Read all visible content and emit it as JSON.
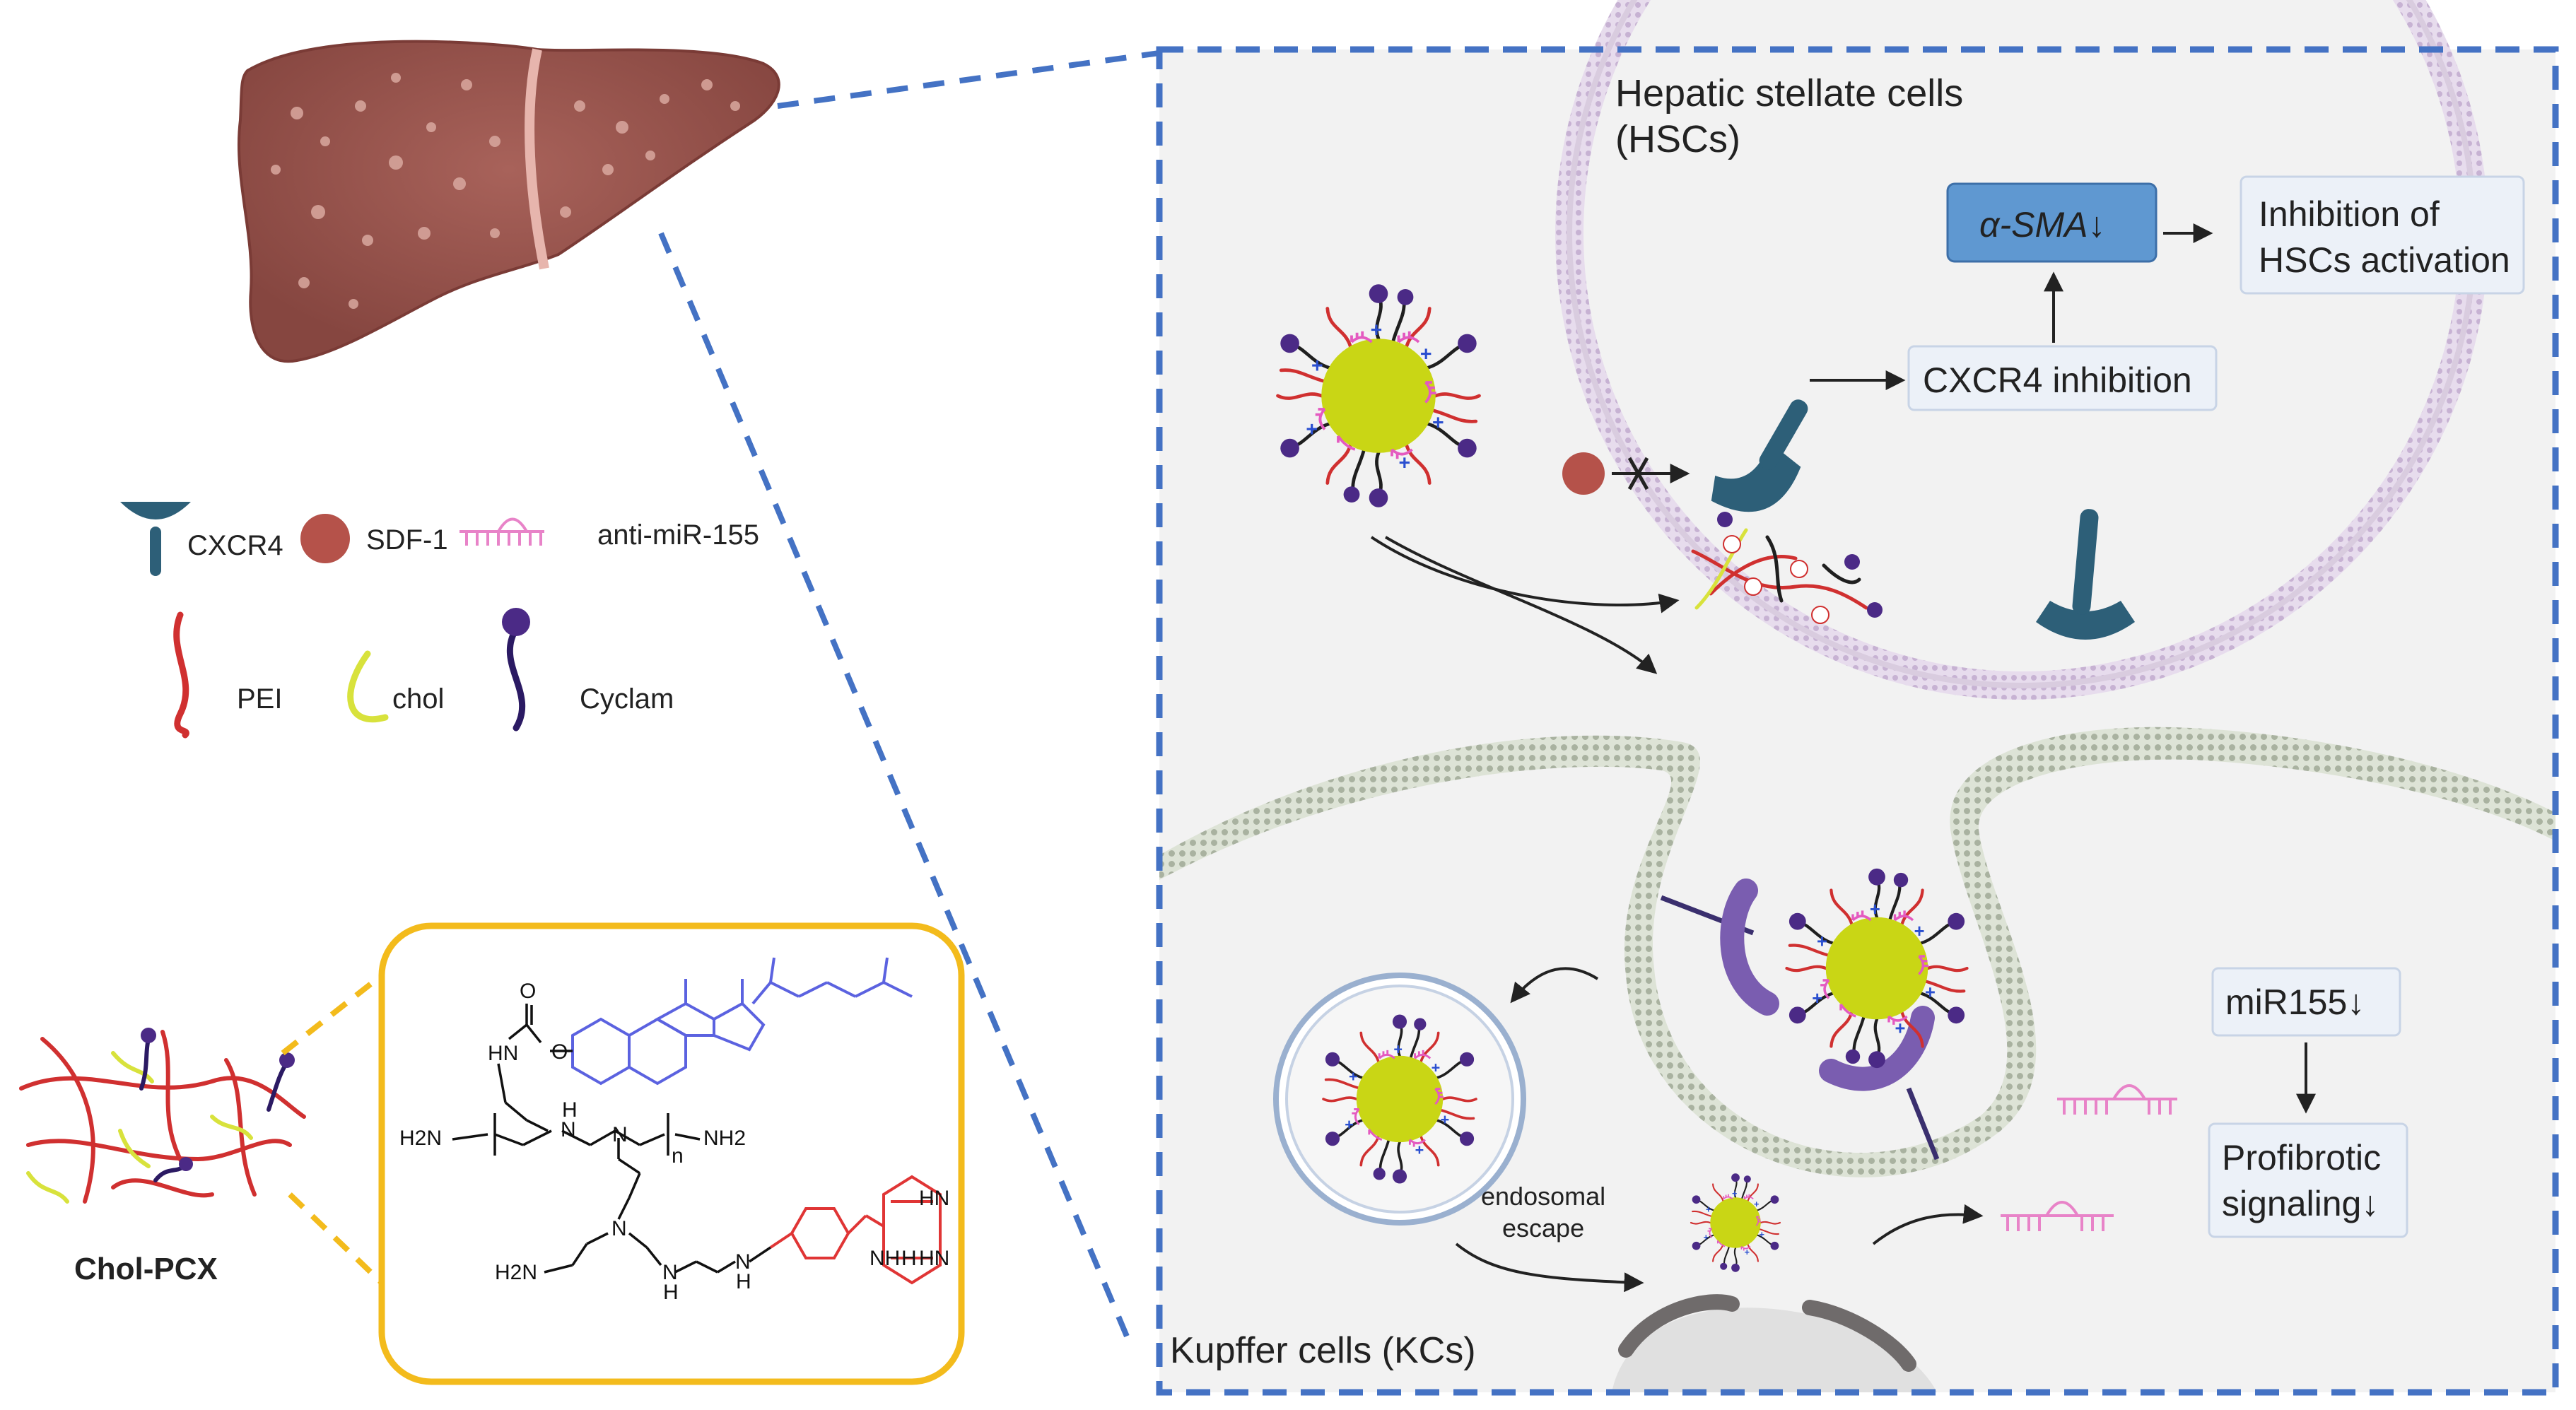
{
  "legend": {
    "cxcr4": "CXCR4",
    "sdf1": "SDF-1",
    "antimir": "anti-miR-155",
    "pei": "PEI",
    "chol": "chol",
    "cyclam": "Cyclam"
  },
  "polymer_label": "Chol-PCX",
  "chem": {
    "nh_carbamate": "HN",
    "h2n_left": "H2N",
    "nh2_right": "NH2",
    "n_branch": "N",
    "h_top": "H",
    "n_top": "N",
    "repeat_n": "n",
    "h2n_bottom": "H2N",
    "h_bottom1": "H",
    "n_bottom1": "N",
    "n_bottom2": "N",
    "h_bottom2": "H",
    "n_linker": "N",
    "cyclam_hn_top": "HN",
    "cyclam_hn_right": "HN",
    "cyclam_nh_left": "NH",
    "cyclam_h_tail": "H",
    "carbonyl_o": "O",
    "ester_o": "O"
  },
  "hsc": {
    "title_line1": "Hepatic stellate cells",
    "title_line2": "(HSCs)",
    "alpha_sma": "α-SMA↓",
    "inhibition_line1": "Inhibition of",
    "inhibition_line2": "HSCs activation",
    "cxcr4_inhibition": "CXCR4 inhibition"
  },
  "kc": {
    "title": "Kupffer cells (KCs)",
    "escape_line1": "endosomal",
    "escape_line2": "escape",
    "mir155": "miR155↓",
    "profibrotic_line1": "Profibrotic",
    "profibrotic_line2": "signaling↓"
  },
  "colors": {
    "dashed_box": "#4472c4",
    "chem_box": "#f3bb1c",
    "nanoparticle_core": "#c9d615",
    "pei": "#d03030",
    "chol": "#d8e23c",
    "cyclam": "#3a1d6e",
    "cxcr4": "#2d5f78",
    "sdf1": "#b5524a",
    "anti_mir": "#e883c8",
    "hsc_membrane": "#c9b7d4",
    "kc_membrane": "#aeb8a6",
    "alpha_sma_box": "#5f98d1",
    "liver": "#9d5a52"
  }
}
